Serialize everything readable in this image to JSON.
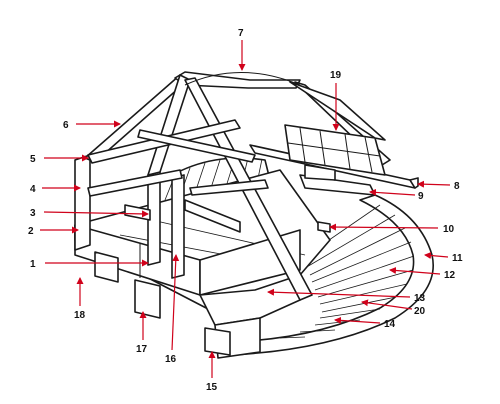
{
  "colors": {
    "arrow": "#d0021b",
    "line": "#1a1a1a",
    "background": "#ffffff"
  },
  "labels": [
    {
      "id": "1",
      "text": "1"
    },
    {
      "id": "2",
      "text": "2"
    },
    {
      "id": "3",
      "text": "3"
    },
    {
      "id": "4",
      "text": "4"
    },
    {
      "id": "5",
      "text": "5"
    },
    {
      "id": "6",
      "text": "6"
    },
    {
      "id": "7",
      "text": "7"
    },
    {
      "id": "8",
      "text": "8"
    },
    {
      "id": "9",
      "text": "9"
    },
    {
      "id": "10",
      "text": "10"
    },
    {
      "id": "11",
      "text": "11"
    },
    {
      "id": "12",
      "text": "12"
    },
    {
      "id": "13",
      "text": "13"
    },
    {
      "id": "14",
      "text": "14"
    },
    {
      "id": "15",
      "text": "15"
    },
    {
      "id": "16",
      "text": "16"
    },
    {
      "id": "17",
      "text": "17"
    },
    {
      "id": "18",
      "text": "18"
    },
    {
      "id": "19",
      "text": "19"
    },
    {
      "id": "20",
      "text": "20"
    }
  ]
}
